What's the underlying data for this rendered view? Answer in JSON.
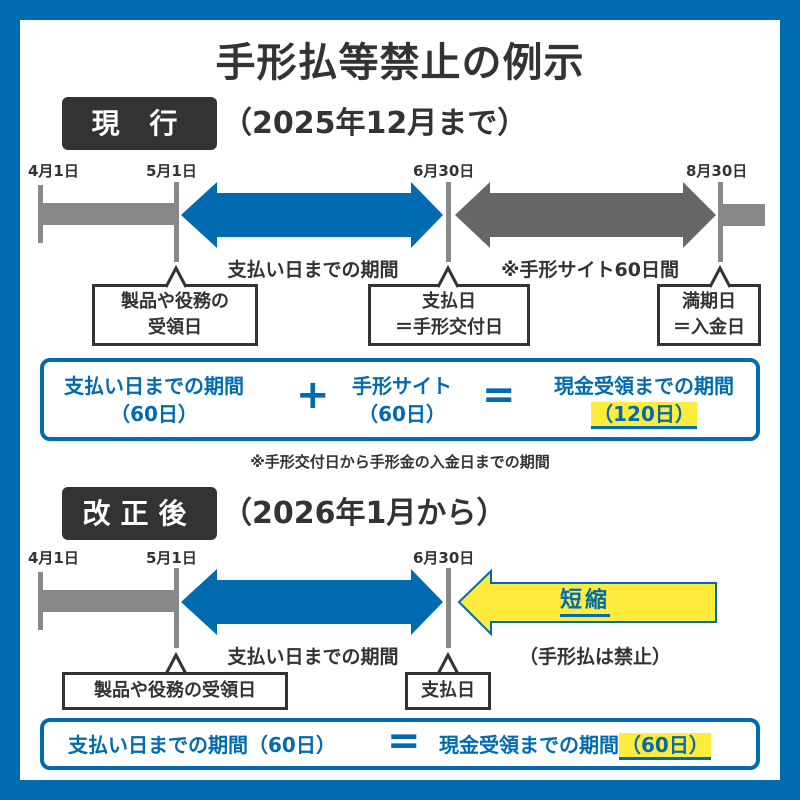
{
  "title": "手形払等禁止の例示",
  "current": {
    "tag": "現 行",
    "period": "（2025年12月まで）",
    "dates": [
      "4月1日",
      "5月1日",
      "6月30日",
      "8月30日"
    ],
    "arrow_blue_label": "支払い日までの期間",
    "arrow_gray_label": "※手形サイト60日間",
    "callouts": [
      [
        "製品や役務の",
        "受領日"
      ],
      [
        "支払日",
        "＝手形交付日"
      ],
      [
        "満期日",
        "＝入金日"
      ]
    ],
    "formula": {
      "a": [
        "支払い日までの期間",
        "（60日）"
      ],
      "plus": "+",
      "b": [
        "手形サイト",
        "（60日）"
      ],
      "eq": "=",
      "c": [
        "現金受領までの期間",
        "（120日）"
      ]
    },
    "note": "※手形交付日から手形金の入金日までの期間"
  },
  "revised": {
    "tag": "改正後",
    "period": "（2026年1月から）",
    "dates": [
      "4月1日",
      "5月1日",
      "6月30日"
    ],
    "arrow_blue_label": "支払い日までの期間",
    "shorten_label": "短縮",
    "prohibited": "（手形払は禁止）",
    "callouts": [
      "製品や役務の受領日",
      "支払日"
    ],
    "formula": {
      "a": "支払い日までの期間（60日）",
      "eq": "=",
      "c": "現金受領までの期間",
      "c_val": "（60日）"
    }
  },
  "colors": {
    "blue": "#006bb0",
    "gray_bar": "#888888",
    "gray_arrow": "#666666",
    "yellow": "#ffeb3b",
    "dark": "#333333"
  }
}
